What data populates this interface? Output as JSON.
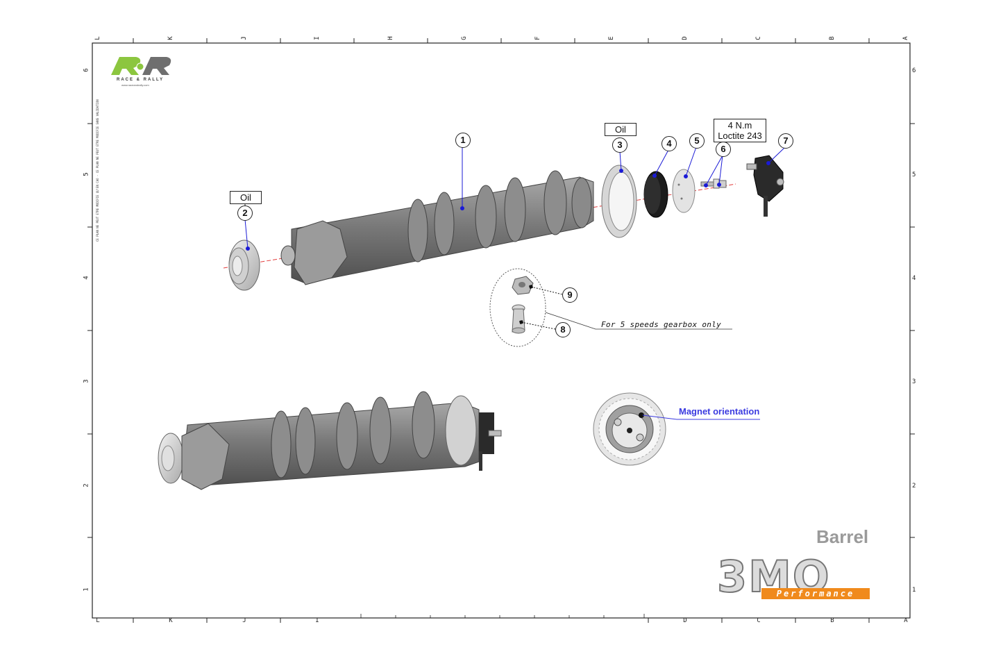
{
  "sheet": {
    "zones_top": [
      "L",
      "K",
      "J",
      "I",
      "H",
      "G",
      "F",
      "E",
      "D",
      "C",
      "B",
      "A"
    ],
    "zones_bottom": [
      "L",
      "K",
      "J",
      "I",
      "D",
      "C",
      "B",
      "A"
    ],
    "rows": [
      "6",
      "5",
      "4",
      "3",
      "2",
      "1"
    ]
  },
  "logo": {
    "rr_mark": "RR",
    "rr_subtitle": "RACE & RALLY",
    "rr_url": "www.raceandrally.com",
    "legal_text": "CE PLAN NE PEUT ETRE MODIFIE QU'EN CAO - CE PLAN NE PEUT ETRE MODIFIE SANS VALIDATION"
  },
  "callouts": {
    "c1": "1",
    "c2": "2",
    "c3": "3",
    "c4": "4",
    "c5": "5",
    "c6": "6",
    "c7": "7",
    "c8": "8",
    "c9": "9"
  },
  "labels": {
    "oil_left": "Oil",
    "oil_right": "Oil",
    "torque_line1": "4 N.m",
    "torque_line2": "Loctite 243",
    "five_speeds_note": "For 5 speeds gearbox only",
    "magnet_orientation": "Magnet orientation"
  },
  "title_block": {
    "part_title": "Barrel",
    "brand": "3MO",
    "brand_sub": "Performance"
  },
  "colors": {
    "part_gray": "#7d7d7d",
    "light_part": "#d9d9d9",
    "leader_blue": "#1a1ad6",
    "axis_red": "#e23b3b",
    "brand_orange": "#f08a1c",
    "rr_green": "#8cc63f",
    "annotation_blue": "#3a3ae0"
  }
}
